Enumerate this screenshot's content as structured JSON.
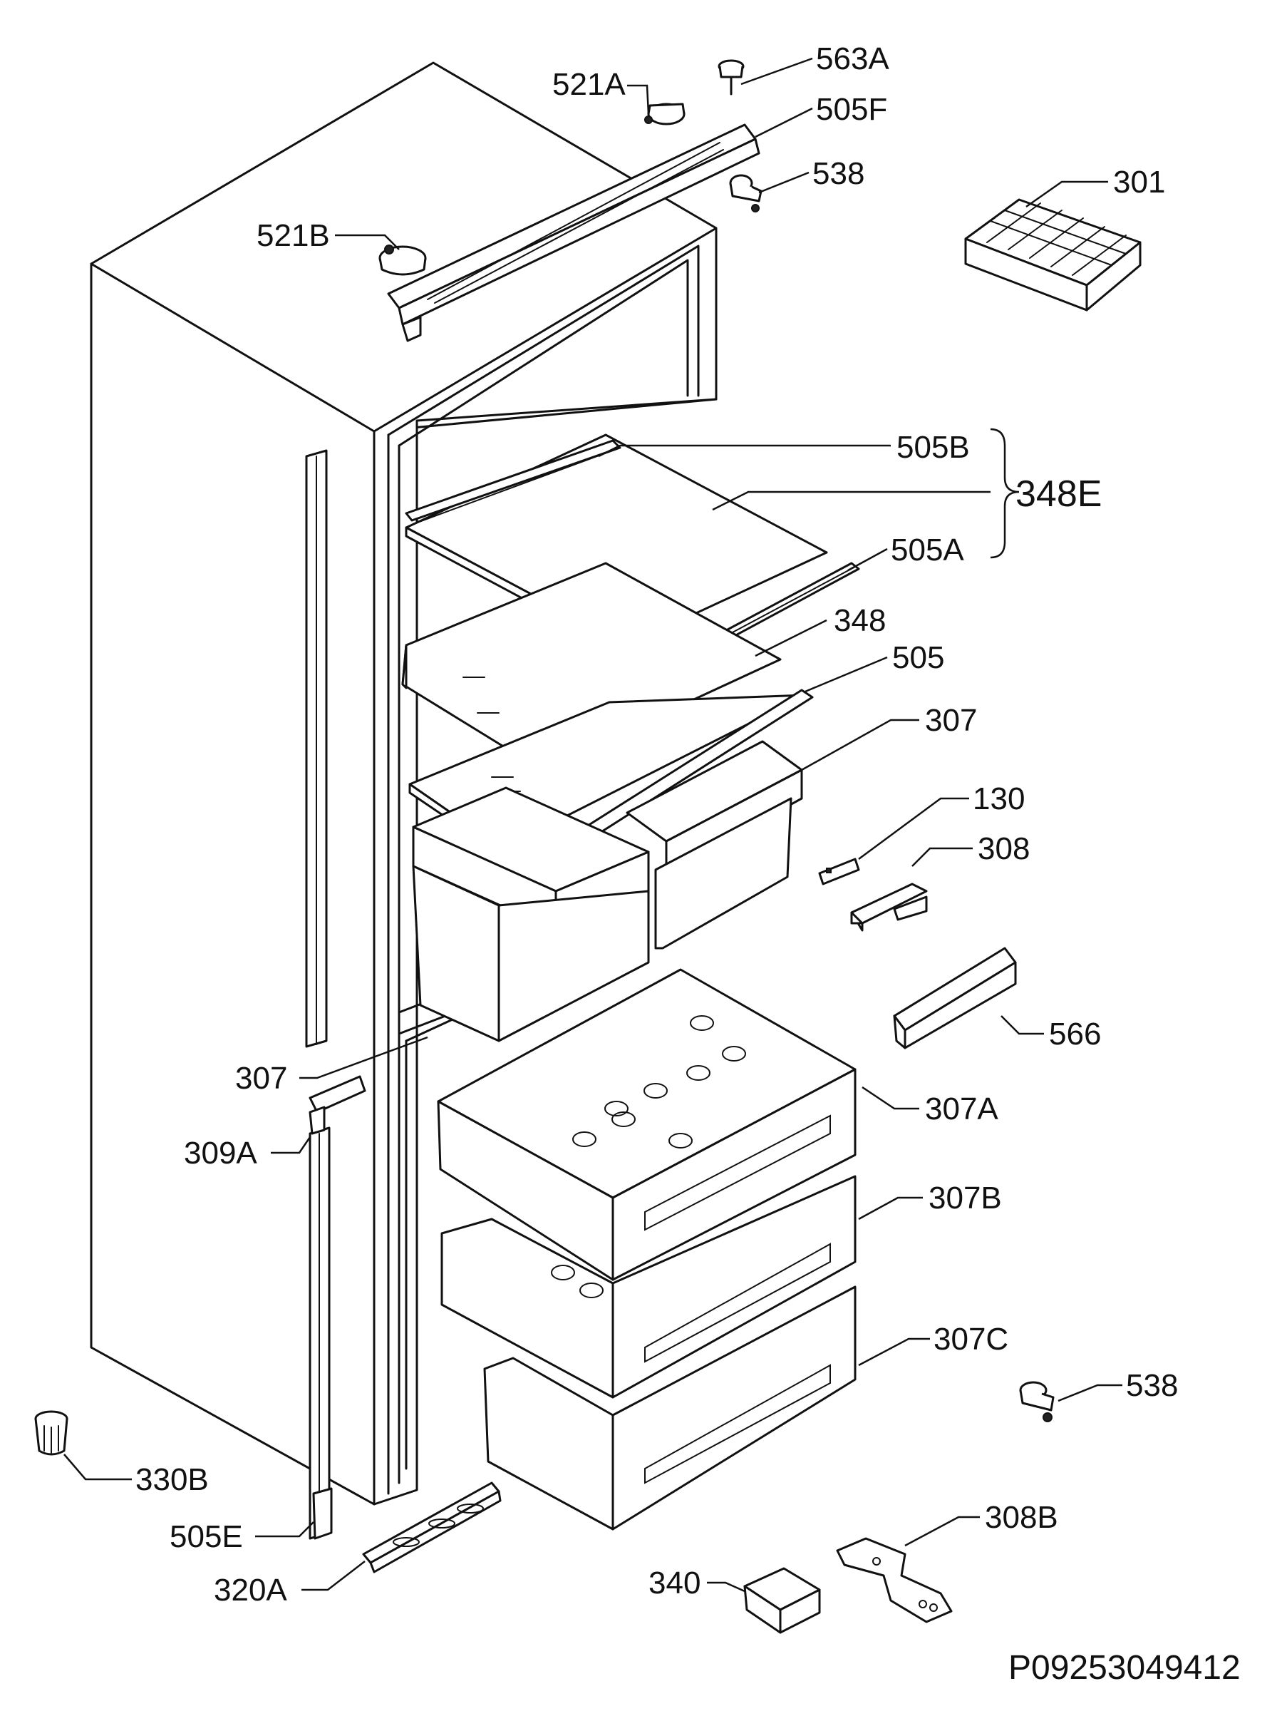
{
  "diagram": {
    "drawing_code": "P09253049412",
    "labels": {
      "l563A": "563A",
      "l521A": "521A",
      "l505F": "505F",
      "l538a": "538",
      "l301": "301",
      "l521B": "521B",
      "l505B": "505B",
      "l348E": "348E",
      "l505A": "505A",
      "l348": "348",
      "l505": "505",
      "l307a": "307",
      "l130": "130",
      "l308": "308",
      "l566": "566",
      "l307b": "307",
      "l307A": "307A",
      "l309A": "309A",
      "l307B": "307B",
      "l307C": "307C",
      "l538b": "538",
      "l330B": "330B",
      "l308B": "308B",
      "l505E": "505E",
      "l340": "340",
      "l320A": "320A"
    }
  }
}
